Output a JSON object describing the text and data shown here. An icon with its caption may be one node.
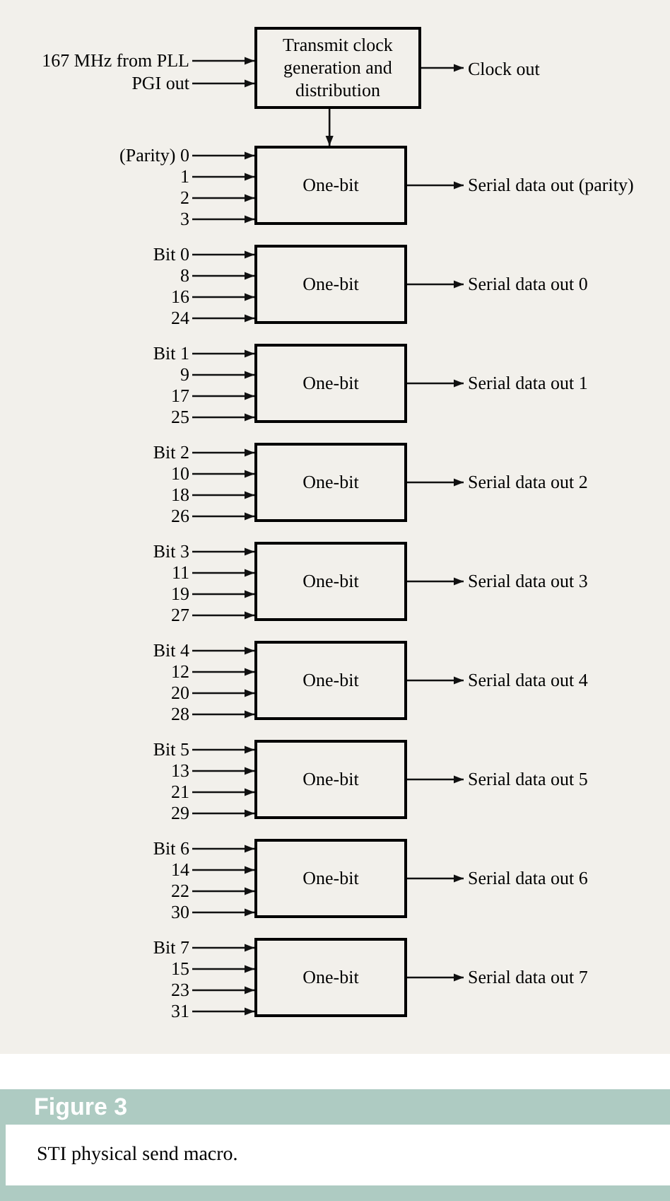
{
  "diagram": {
    "caption": "STI physical send macro.",
    "nodes": [
      {
        "text": [
          "167 MHz from PLL"
        ]
      },
      {
        "text": [
          "PGI out"
        ]
      },
      {
        "text": [
          "Transmit clock generation and distribution"
        ]
      },
      {
        "text": [
          "Clock out"
        ]
      },
      {
        "text": [
          "(Parity) 0"
        ]
      },
      {
        "text": [
          "1"
        ]
      },
      {
        "text": [
          "2"
        ]
      },
      {
        "text": [
          "3"
        ]
      },
      {
        "text": [
          "One-bit"
        ]
      },
      {
        "text": [
          "Serial data out (parity)"
        ]
      },
      {
        "text": [
          "Bit 0"
        ]
      },
      {
        "text": [
          "8"
        ]
      },
      {
        "text": [
          "16"
        ]
      },
      {
        "text": [
          "24"
        ]
      },
      {
        "text": [
          "One-bit"
        ]
      },
      {
        "text": [
          "Serial data out 0"
        ]
      },
      {
        "text": [
          "Bit 1"
        ]
      },
      {
        "text": [
          "9"
        ]
      },
      {
        "text": [
          "17"
        ]
      },
      {
        "text": [
          "25"
        ]
      },
      {
        "text": [
          "One-bit"
        ]
      },
      {
        "text": [
          "Serial data out 1"
        ]
      },
      {
        "text": [
          "Bit 2"
        ]
      },
      {
        "text": [
          "10"
        ]
      },
      {
        "text": [
          "18"
        ]
      },
      {
        "text": [
          "26"
        ]
      },
      {
        "text": [
          "One-bit"
        ]
      },
      {
        "text": [
          "Serial data out 2"
        ]
      },
      {
        "text": [
          "Bit 3"
        ]
      },
      {
        "text": [
          "11"
        ]
      },
      {
        "text": [
          "19"
        ]
      },
      {
        "text": [
          "27"
        ]
      },
      {
        "text": [
          "One-bit"
        ]
      },
      {
        "text": [
          "Serial data out 3"
        ]
      },
      {
        "text": [
          "Bit 4"
        ]
      },
      {
        "text": [
          "12"
        ]
      },
      {
        "text": [
          "20"
        ]
      },
      {
        "text": [
          "28"
        ]
      },
      {
        "text": [
          "One-bit"
        ]
      },
      {
        "text": [
          "Serial data out 4"
        ]
      },
      {
        "text": [
          "Bit 5"
        ]
      },
      {
        "text": [
          "13"
        ]
      },
      {
        "text": [
          "21"
        ]
      },
      {
        "text": [
          "29"
        ]
      },
      {
        "text": [
          "One-bit"
        ]
      },
      {
        "text": [
          "Serial data out 5"
        ]
      },
      {
        "text": [
          "Bit 6"
        ]
      },
      {
        "text": [
          "14"
        ]
      },
      {
        "text": [
          "22"
        ]
      },
      {
        "text": [
          "30"
        ]
      },
      {
        "text": [
          "One-bit"
        ]
      },
      {
        "text": [
          "Serial data out 6"
        ]
      },
      {
        "text": [
          "Bit 7"
        ]
      },
      {
        "text": [
          "15"
        ]
      },
      {
        "text": [
          "23"
        ]
      },
      {
        "text": [
          "31"
        ]
      },
      {
        "text": [
          "One-bit"
        ]
      },
      {
        "text": [
          "Serial data out 7"
        ]
      }
    ],
    "edges": [
      {
        "from": 0,
        "to": 2,
        "arrow": "to"
      },
      {
        "from": 1,
        "to": 2,
        "arrow": "to"
      },
      {
        "from": 2,
        "to": 3,
        "arrow": "to"
      },
      {
        "from": 2,
        "to": 8,
        "arrow": "to"
      },
      {
        "from": 4,
        "to": 8,
        "arrow": "to"
      },
      {
        "from": 5,
        "to": 8,
        "arrow": "to"
      },
      {
        "from": 6,
        "to": 8,
        "arrow": "to"
      },
      {
        "from": 7,
        "to": 8,
        "arrow": "to"
      },
      {
        "from": 8,
        "to": 9,
        "arrow": "to"
      },
      {
        "from": 10,
        "to": 14,
        "arrow": "to"
      },
      {
        "from": 11,
        "to": 14,
        "arrow": "to"
      },
      {
        "from": 12,
        "to": 14,
        "arrow": "to"
      },
      {
        "from": 13,
        "to": 14,
        "arrow": "to"
      },
      {
        "from": 14,
        "to": 15,
        "arrow": "to"
      },
      {
        "from": 16,
        "to": 20,
        "arrow": "to"
      },
      {
        "from": 17,
        "to": 20,
        "arrow": "to"
      },
      {
        "from": 18,
        "to": 20,
        "arrow": "to"
      },
      {
        "from": 19,
        "to": 20,
        "arrow": "to"
      },
      {
        "from": 20,
        "to": 21,
        "arrow": "to"
      },
      {
        "from": 22,
        "to": 26,
        "arrow": "to"
      },
      {
        "from": 23,
        "to": 26,
        "arrow": "to"
      },
      {
        "from": 24,
        "to": 26,
        "arrow": "to"
      },
      {
        "from": 25,
        "to": 26,
        "arrow": "to"
      },
      {
        "from": 26,
        "to": 27,
        "arrow": "to"
      },
      {
        "from": 28,
        "to": 32,
        "arrow": "to"
      },
      {
        "from": 29,
        "to": 32,
        "arrow": "to"
      },
      {
        "from": 30,
        "to": 32,
        "arrow": "to"
      },
      {
        "from": 31,
        "to": 32,
        "arrow": "to"
      },
      {
        "from": 32,
        "to": 33,
        "arrow": "to"
      },
      {
        "from": 34,
        "to": 38,
        "arrow": "to"
      },
      {
        "from": 35,
        "to": 38,
        "arrow": "to"
      },
      {
        "from": 36,
        "to": 38,
        "arrow": "to"
      },
      {
        "from": 37,
        "to": 38,
        "arrow": "to"
      },
      {
        "from": 38,
        "to": 39,
        "arrow": "to"
      },
      {
        "from": 40,
        "to": 44,
        "arrow": "to"
      },
      {
        "from": 41,
        "to": 44,
        "arrow": "to"
      },
      {
        "from": 42,
        "to": 44,
        "arrow": "to"
      },
      {
        "from": 43,
        "to": 44,
        "arrow": "to"
      },
      {
        "from": 44,
        "to": 45,
        "arrow": "to"
      },
      {
        "from": 46,
        "to": 50,
        "arrow": "to"
      },
      {
        "from": 47,
        "to": 50,
        "arrow": "to"
      },
      {
        "from": 48,
        "to": 50,
        "arrow": "to"
      },
      {
        "from": 49,
        "to": 50,
        "arrow": "to"
      },
      {
        "from": 50,
        "to": 51,
        "arrow": "to"
      },
      {
        "from": 52,
        "to": 56,
        "arrow": "to"
      },
      {
        "from": 53,
        "to": 56,
        "arrow": "to"
      },
      {
        "from": 54,
        "to": 56,
        "arrow": "to"
      },
      {
        "from": 55,
        "to": 56,
        "arrow": "to"
      },
      {
        "from": 56,
        "to": 57,
        "arrow": "to"
      }
    ],
    "labels": [
      "Figure 3"
    ]
  }
}
